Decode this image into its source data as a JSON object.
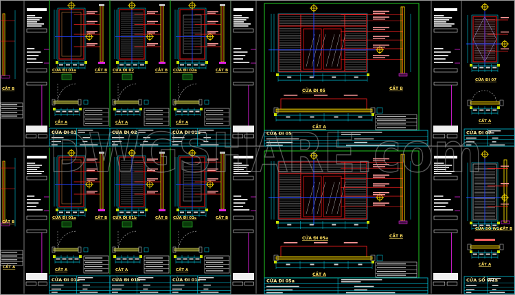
{
  "watermark": "DWGSHARE.com",
  "colors": {
    "background": "#000000",
    "sheet_border": "#9a9a9a",
    "frame": "#22cc22",
    "dimension": "#00c8e0",
    "door_frame": "#cc1111",
    "section": "#ffe000",
    "callout": "#ff2020",
    "axis": "#2040ff",
    "highlight": "#e020e0",
    "label": "#ffe060"
  },
  "top": {
    "left_partial": {
      "section_b": "CẮT B"
    },
    "narrow": [
      {
        "elevation": "CỬA ĐI 01a",
        "section_b": "CẮT B",
        "section_a": "CẮT A",
        "title": "CỬA ĐI 01"
      },
      {
        "elevation": "CỬA ĐI 02",
        "section_b": "CẮT B",
        "section_a": "CẮT A",
        "title": "CỬA ĐI 02"
      },
      {
        "elevation": "CỬA ĐI 02a",
        "section_b": "CẮT B",
        "section_a": "CẮT A",
        "title": "CỬA ĐI 01a"
      }
    ],
    "wide": {
      "elevation": "CỬA ĐI 05",
      "section_b": "CẮT B",
      "section_a": "CẮT A",
      "title": "CỬA ĐI 05"
    },
    "right": {
      "elevation": "CỬA ĐI 07",
      "section_a": "CẮT A",
      "title": "CỬA ĐI 07"
    }
  },
  "bottom": {
    "left_partial": {
      "section_b": "CẮT B",
      "section_a": "CẮT A"
    },
    "narrow": [
      {
        "elevation": "CỬA ĐI 01a",
        "section_b": "CẮT B",
        "section_a": "CẮT A",
        "title": "CỬA ĐI 01a"
      },
      {
        "elevation": "CỬA ĐI 01b",
        "section_b": "CẮT B",
        "section_a": "CẮT A",
        "title": "CỬA ĐI 01b"
      },
      {
        "elevation": "CỬA ĐI 01c",
        "section_b": "CẮT B",
        "section_a": "CẮT A",
        "title": "CỬA ĐI 01c"
      }
    ],
    "wide": {
      "elevation": "CỬA ĐI 05a",
      "section_b": "CẮT B",
      "section_a": "CẮT A",
      "title": "CỬA ĐI 05a"
    },
    "right": {
      "elevation": "CỬA SỔ W1a",
      "section_b": "CẮT B",
      "section_a": "CẮT A",
      "title": "CỬA SỔ W1a"
    }
  }
}
